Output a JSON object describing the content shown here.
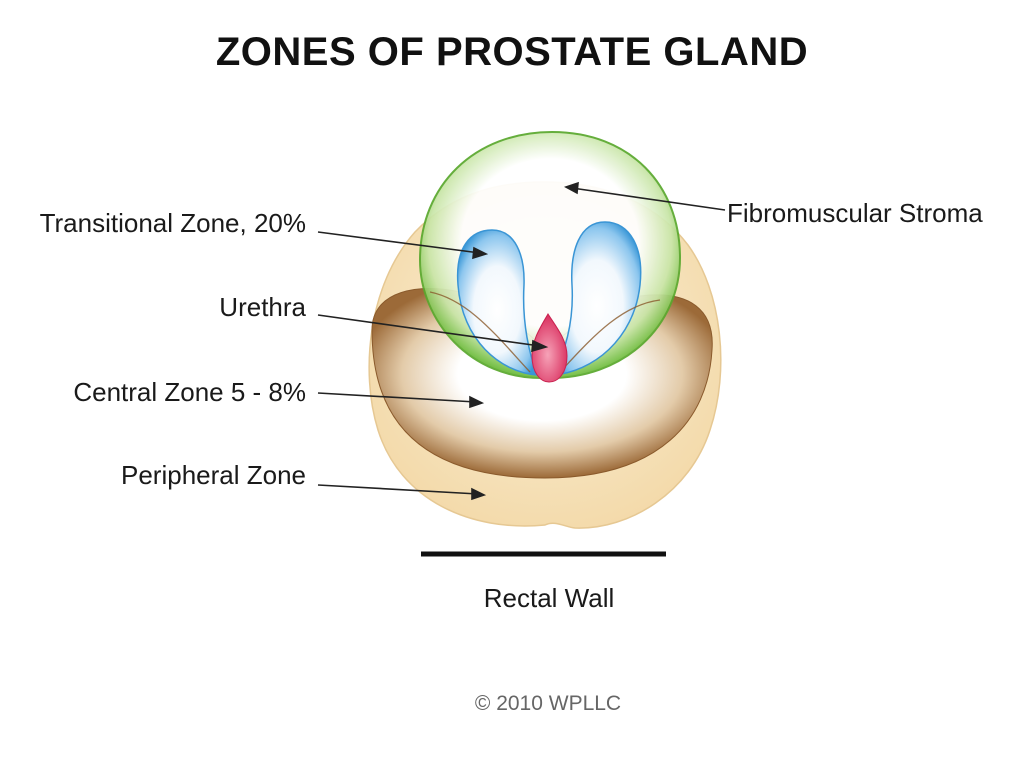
{
  "title": "ZONES OF PROSTATE GLAND",
  "labels": {
    "transitional_zone": "Transitional Zone, 20%",
    "urethra": "Urethra",
    "central_zone": "Central Zone 5 - 8%",
    "peripheral_zone": "Peripheral Zone",
    "fibromuscular_stroma": "Fibromuscular Stroma",
    "rectal_wall": "Rectal Wall"
  },
  "credit": "© 2010 WPLLC",
  "colors": {
    "peripheral_zone": "#f6dfb4",
    "central_zone": "#a2713f",
    "fibromuscular_stroma": "#6dbb3d",
    "transitional_zone": "#3b9ad9",
    "urethra": "#e0406c",
    "rectal_wall": "#111111"
  }
}
